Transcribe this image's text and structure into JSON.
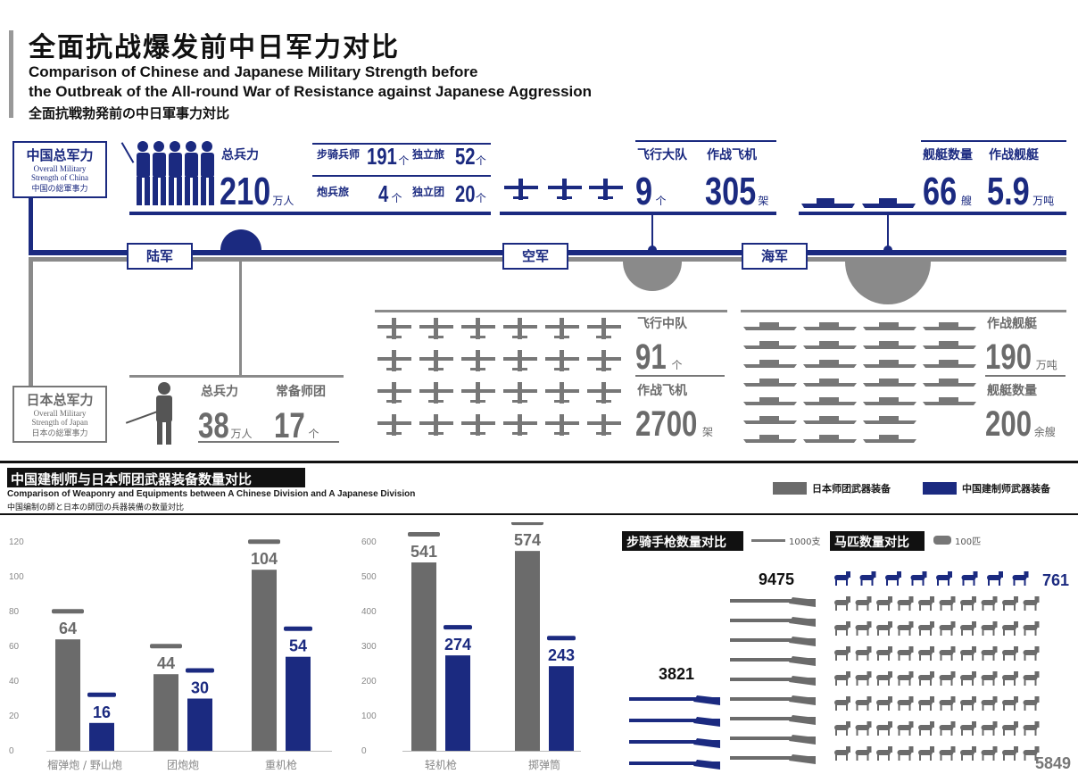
{
  "header": {
    "title_zh": "全面抗战爆发前中日军力对比",
    "title_en_1": "Comparison of Chinese and Japanese Military Strength before",
    "title_en_2": "the Outbreak of the All-round War of Resistance against Japanese Aggression",
    "title_jp": "全面抗戦勃発前の中日軍事力対比"
  },
  "china_box": {
    "zh": "中国总军力",
    "en1": "Overall Military",
    "en2": "Strength of China",
    "jp": "中国の総軍事力"
  },
  "japan_box": {
    "zh": "日本总军力",
    "en1": "Overall Military",
    "en2": "Strength of Japan",
    "jp": "日本の総軍事力"
  },
  "branches": {
    "army": "陆军",
    "air": "空军",
    "navy": "海军"
  },
  "china_army": {
    "total_label": "总兵力",
    "total_value": "210",
    "total_unit": "万人",
    "inf_label": "步骑兵师",
    "inf_value": "191",
    "inf_unit": "个",
    "ind_brigade_label": "独立旅",
    "ind_brigade_value": "52",
    "ind_brigade_unit": "个",
    "art_label": "炮兵旅",
    "art_value": "4",
    "art_unit": "个",
    "ind_regiment_label": "独立团",
    "ind_regiment_value": "20",
    "ind_regiment_unit": "个"
  },
  "china_air": {
    "group_label": "飞行大队",
    "group_value": "9",
    "group_unit": "个",
    "plane_label": "作战飞机",
    "plane_value": "305",
    "plane_unit": "架"
  },
  "china_navy": {
    "ship_label": "舰艇数量",
    "ship_value": "66",
    "ship_unit": "艘",
    "ton_label": "作战舰艇",
    "ton_value": "5.9",
    "ton_unit": "万吨"
  },
  "japan_army": {
    "total_label": "总兵力",
    "total_value": "38",
    "total_unit": "万人",
    "div_label": "常备师团",
    "div_value": "17",
    "div_unit": "个"
  },
  "japan_air": {
    "sq_label": "飞行中队",
    "sq_value": "91",
    "sq_unit": "个",
    "plane_label": "作战飞机",
    "plane_value": "2700",
    "plane_unit": "架"
  },
  "japan_navy": {
    "ton_label": "作战舰艇",
    "ton_value": "190",
    "ton_unit": "万吨",
    "ship_label": "舰艇数量",
    "ship_value": "200",
    "ship_unit": "余艘"
  },
  "section2": {
    "title_zh": "中国建制师与日本师团武器装备数量对比",
    "title_en": "Comparison of Weaponry and Equipments between A Chinese Division and A Japanese Division",
    "title_jp": "中国编制の師と日本の師団の兵器装備の数量対比",
    "legend_jp": "日本师团武器装备",
    "legend_cn": "中国建制师武器装备"
  },
  "rifle_panel": {
    "title": "步骑手枪数量对比",
    "key": "1000支",
    "cn_value": "3821",
    "jp_value": "9475"
  },
  "horse_panel": {
    "title": "马匹数量对比",
    "key": "100匹",
    "cn_value": "761",
    "jp_value": "5849"
  },
  "colors": {
    "navy": "#1b2a80",
    "gray": "#6b6b6b"
  },
  "chart_data": [
    {
      "type": "bar",
      "categories": [
        "榴弹炮 / 野山炮",
        "团炮炮",
        "重机枪"
      ],
      "series": [
        {
          "name": "日本师团武器装备",
          "values": [
            64,
            44,
            104
          ]
        },
        {
          "name": "中国建制师武器装备",
          "values": [
            16,
            30,
            54
          ]
        }
      ],
      "ylim": [
        0,
        120
      ],
      "yticks": [
        "0",
        "20",
        "40",
        "60",
        "80",
        "100",
        "120"
      ]
    },
    {
      "type": "bar",
      "categories": [
        "轻机枪",
        "掷弹筒"
      ],
      "series": [
        {
          "name": "日本师团武器装备",
          "values": [
            541,
            574
          ]
        },
        {
          "name": "中国建制师武器装备",
          "values": [
            274,
            243
          ]
        }
      ],
      "ylim": [
        0,
        600
      ],
      "yticks": [
        "0",
        "100",
        "200",
        "300",
        "400",
        "500",
        "600"
      ]
    }
  ]
}
